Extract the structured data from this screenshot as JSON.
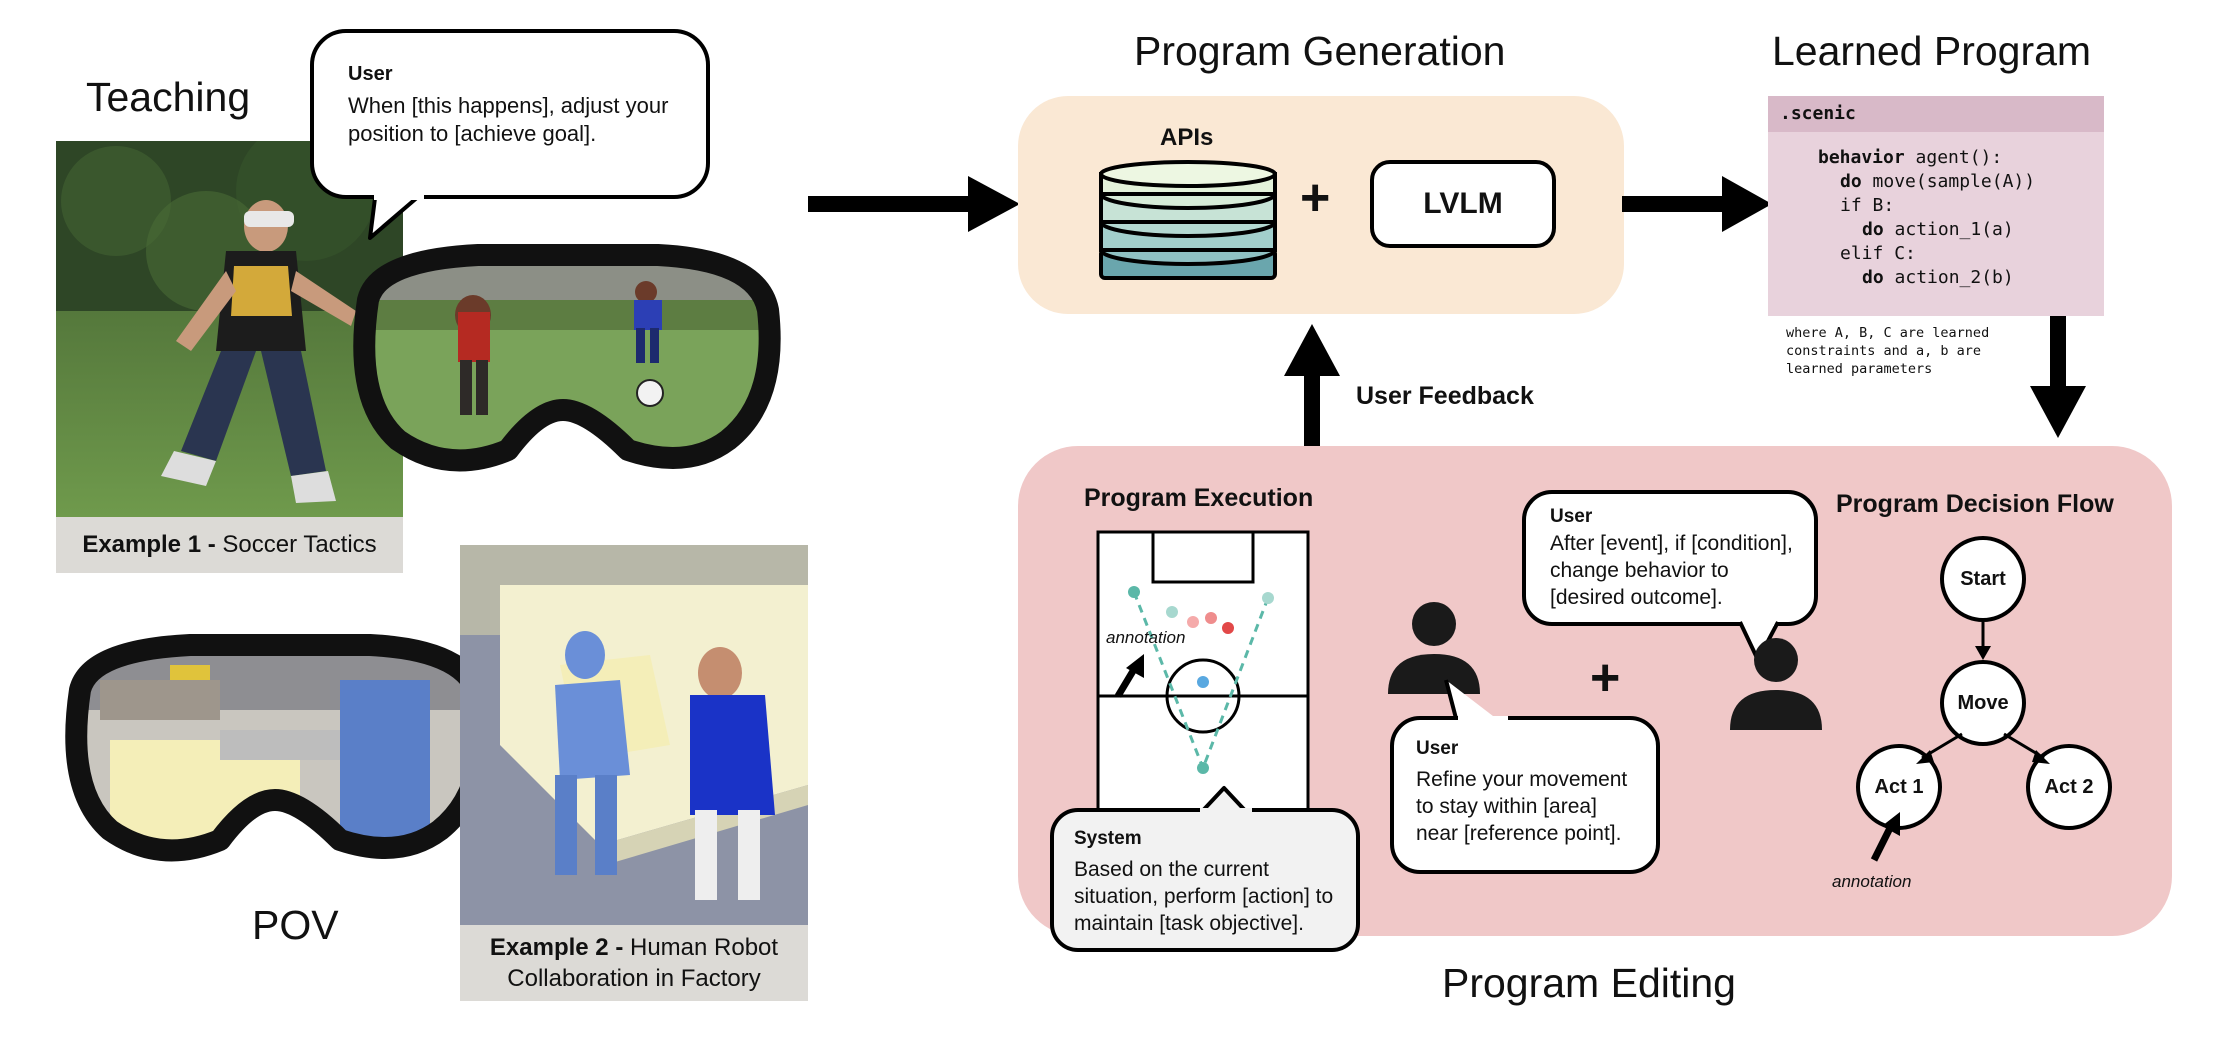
{
  "teaching": {
    "title": "Teaching",
    "user_bubble": {
      "who": "User",
      "msg": "When [this happens], adjust your position to [achieve goal]."
    },
    "example1": {
      "bold": "Example 1 -",
      "rest": " Soccer Tactics"
    }
  },
  "pov": {
    "title": "POV",
    "example2": {
      "bold": "Example 2 -",
      "rest": " Human Robot Collaboration in Factory"
    }
  },
  "generation": {
    "title": "Program Generation",
    "apis_label": "APIs",
    "plus": "+",
    "lvlm_label": "LVLM"
  },
  "learned": {
    "title": "Learned Program",
    "file_label": ".scenic",
    "code_lines": [
      {
        "kw": "behavior",
        "rest": " agent():"
      },
      {
        "kw": "do",
        "rest": " move(sample(A))"
      },
      {
        "kw": "if",
        "rest": " B:"
      },
      {
        "kw": "do",
        "rest": " action_1(a)"
      },
      {
        "kw": "elif",
        "rest": " C:"
      },
      {
        "kw": "do",
        "rest": " action_2(b)"
      }
    ],
    "note": "where A, B, C are learned constraints and a, b are learned parameters"
  },
  "feedback": {
    "label": "User Feedback"
  },
  "editing": {
    "title": "Program Editing",
    "execution_title": "Program Execution",
    "annotation1": "annotation",
    "system_bubble": {
      "who": "System",
      "msg": "Based on the current situation, perform [action] to maintain [task objective]."
    },
    "user_bubble_left": {
      "who": "User",
      "msg": "Refine your movement to stay within [area] near [reference point]."
    },
    "plus": "+",
    "user_bubble_right": {
      "who": "User",
      "msg": "After [event], if [condition], change behavior to [desired outcome]."
    },
    "flow_title": "Program Decision Flow",
    "flow_nodes": {
      "start": "Start",
      "move": "Move",
      "act1": "Act 1",
      "act2": "Act 2"
    },
    "annotation2": "annotation"
  },
  "colors": {
    "generation_bg": "#fae8d4",
    "editing_bg": "#f0c8c8",
    "code_bg": "#e8d2dc",
    "code_header_bg": "#d8b9c8",
    "caption_bg": "#dcdad6",
    "field_teal": "#5bb8a8"
  },
  "icons": [
    "database-icon",
    "person-icon",
    "arrow-icon",
    "soccer-field-icon",
    "vr-goggles-icon"
  ]
}
